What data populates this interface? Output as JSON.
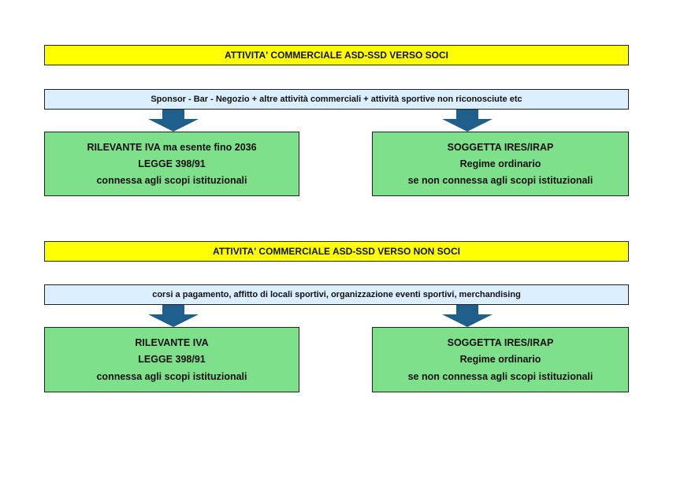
{
  "sections": [
    {
      "title": "ATTIVITA' COMMERCIALE ASD-SSD VERSO SOCI",
      "description": "Sponsor - Bar - Negozio + altre attività commerciali + attività sportive non riconosciute etc",
      "left_box": {
        "line1": "RILEVANTE IVA ma esente fino 2036",
        "line2": "LEGGE 398/91",
        "line3": "connessa agli scopi istituzionali"
      },
      "right_box": {
        "line1": "SOGGETTA IRES/IRAP",
        "line2": "Regime ordinario",
        "line3": "se non connessa agli scopi istituzionali"
      }
    },
    {
      "title": "ATTIVITA' COMMERCIALE ASD-SSD VERSO NON SOCI",
      "description": "corsi a pagamento, affitto di locali sportivi, organizzazione eventi sportivi, merchandising",
      "left_box": {
        "line1": "RILEVANTE IVA",
        "line2": "LEGGE 398/91",
        "line3": "connessa agli scopi istituzionali"
      },
      "right_box": {
        "line1": "SOGGETTA IRES/IRAP",
        "line2": "Regime ordinario",
        "line3": "se non connessa agli scopi istituzionali"
      }
    }
  ],
  "colors": {
    "title_bg": "#ffff00",
    "description_bg": "#dcefff",
    "result_bg": "#7fe08c",
    "arrow": "#1f5f8b"
  }
}
